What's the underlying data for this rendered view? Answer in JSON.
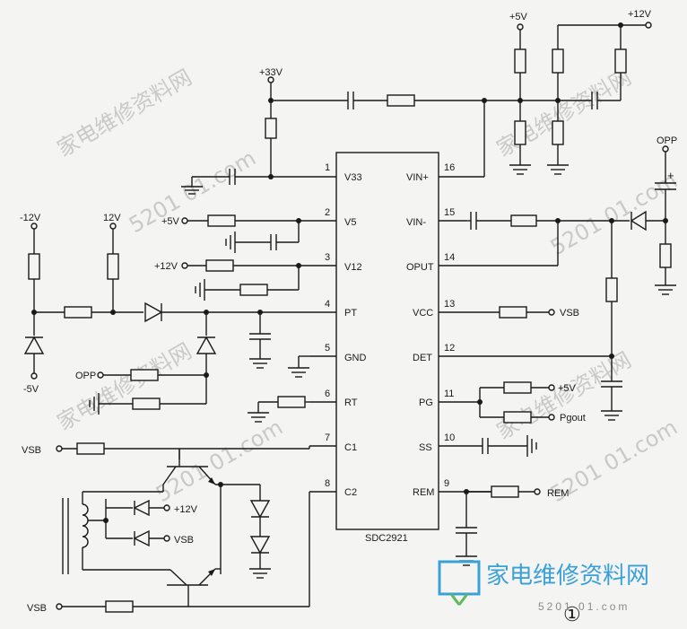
{
  "ic": {
    "name": "SDC2921",
    "left_pins": [
      {
        "num": "1",
        "name": "V33"
      },
      {
        "num": "2",
        "name": "V5"
      },
      {
        "num": "3",
        "name": "V12"
      },
      {
        "num": "4",
        "name": "PT"
      },
      {
        "num": "5",
        "name": "GND"
      },
      {
        "num": "6",
        "name": "RT"
      },
      {
        "num": "7",
        "name": "C1"
      },
      {
        "num": "8",
        "name": "C2"
      }
    ],
    "right_pins": [
      {
        "num": "16",
        "name": "VIN+"
      },
      {
        "num": "15",
        "name": "VIN-"
      },
      {
        "num": "14",
        "name": "OPUT"
      },
      {
        "num": "13",
        "name": "VCC"
      },
      {
        "num": "12",
        "name": "DET"
      },
      {
        "num": "11",
        "name": "PG"
      },
      {
        "num": "10",
        "name": "SS"
      },
      {
        "num": "9",
        "name": "REM"
      }
    ]
  },
  "labels": {
    "v33": "+33V",
    "v5_top": "+5V",
    "v12_top": "+12V",
    "opp_top": "OPP",
    "neg12": "-12V",
    "pos12": "12V",
    "neg5": "-5V",
    "p5_pin2": "+5V",
    "p12_pin3": "+12V",
    "opp_left": "OPP",
    "vsb_c1": "VSB",
    "vsb_c2": "VSB",
    "p12_diode": "+12V",
    "vsb_diode": "VSB",
    "vsb_pin13": "VSB",
    "p5_pin11": "+5V",
    "pgout": "Pgout",
    "rem": "REM",
    "figure_no": "①",
    "logo_text": "家电维修资料网",
    "logo_url": "5201 01.com"
  },
  "watermarks": [
    "家电维修资料网",
    "5201 01.com"
  ],
  "colors": {
    "ink": "#1a1a1a",
    "paper": "#f4f4f2",
    "logo": "#3aa0d8",
    "logo_green": "#5fb85a"
  }
}
